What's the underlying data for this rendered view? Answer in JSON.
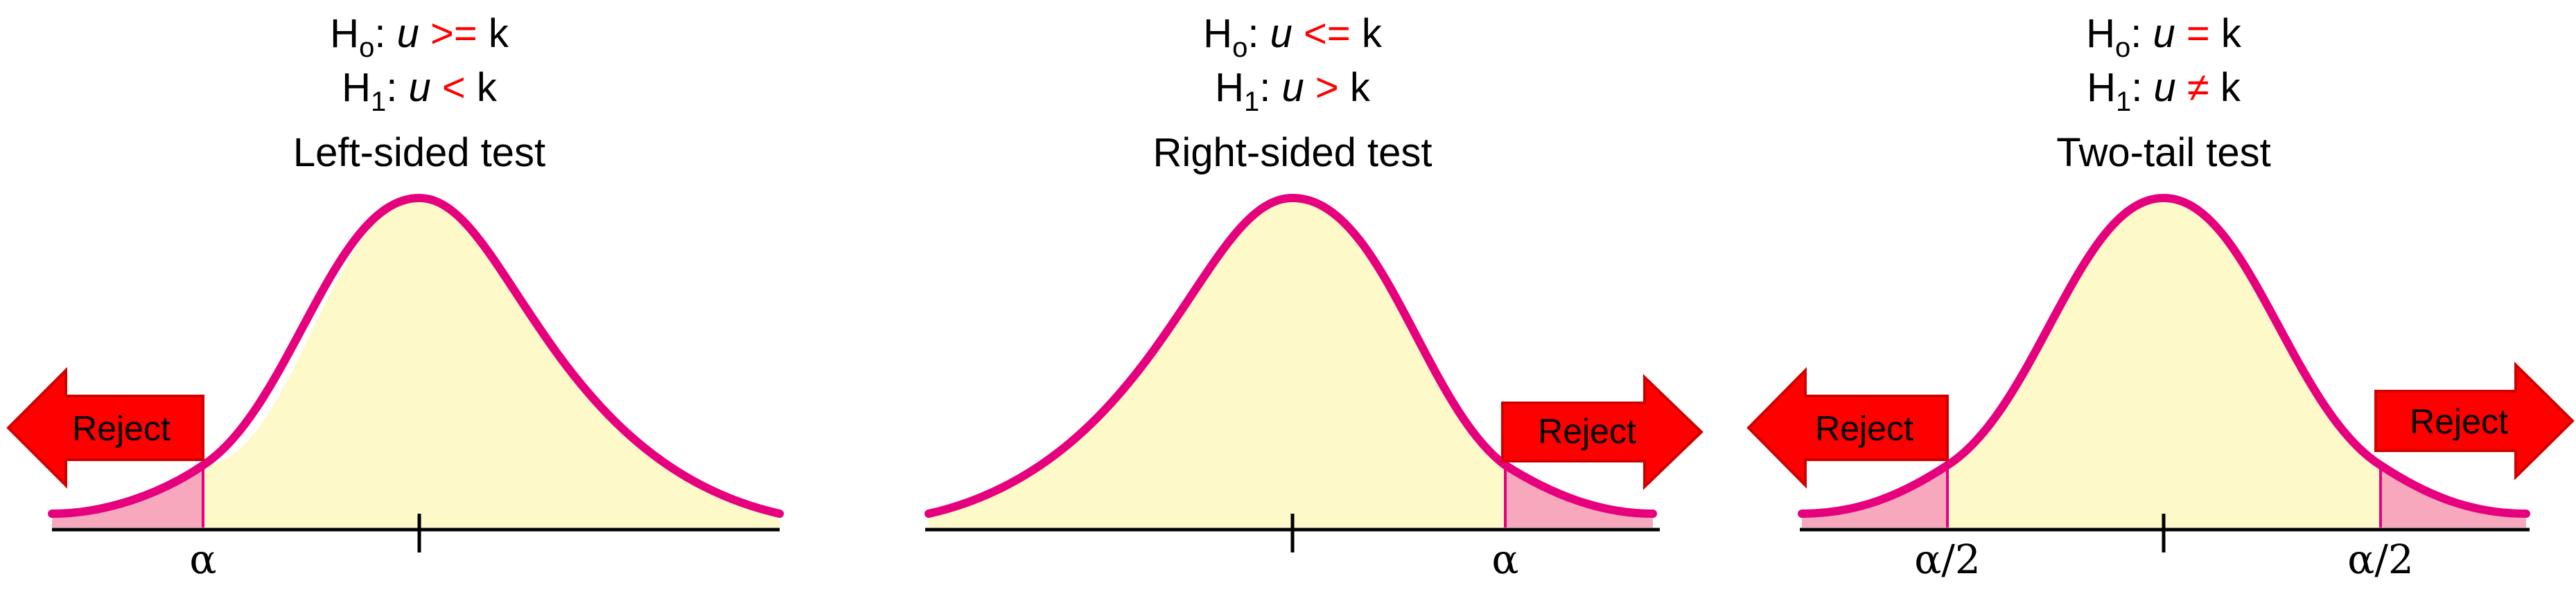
{
  "colors": {
    "curve": "#e6007e",
    "fill_accept": "#fdf9c8",
    "fill_reject": "#f7a8bd",
    "arrow": "#ff0000",
    "arrow_stroke": "#d00000",
    "operator": "#ff0000",
    "axis": "#000000"
  },
  "panels": [
    {
      "h0": {
        "prefix": "H",
        "sub": "o",
        "colon": ":",
        "var": "u",
        "op": ">=",
        "rhs": "k"
      },
      "h1": {
        "prefix": "H",
        "sub": "1",
        "colon": ":",
        "var": "u",
        "op": "<",
        "rhs": "k"
      },
      "title": "Left-sided test",
      "rejects": [
        "Reject"
      ],
      "alpha_labels": [
        "α"
      ]
    },
    {
      "h0": {
        "prefix": "H",
        "sub": "o",
        "colon": ":",
        "var": "u",
        "op": "<=",
        "rhs": "k"
      },
      "h1": {
        "prefix": "H",
        "sub": "1",
        "colon": ":",
        "var": "u",
        "op": ">",
        "rhs": "k"
      },
      "title": "Right-sided test",
      "rejects": [
        "Reject"
      ],
      "alpha_labels": [
        "α"
      ]
    },
    {
      "h0": {
        "prefix": "H",
        "sub": "o",
        "colon": ":",
        "var": "u",
        "op": "=",
        "rhs": "k"
      },
      "h1": {
        "prefix": "H",
        "sub": "1",
        "colon": ":",
        "var": "u",
        "op": "≠",
        "rhs": "k"
      },
      "title": "Two-tail test",
      "rejects": [
        "Reject",
        "Reject"
      ],
      "alpha_labels": [
        "α/2",
        "α/2"
      ]
    }
  ]
}
